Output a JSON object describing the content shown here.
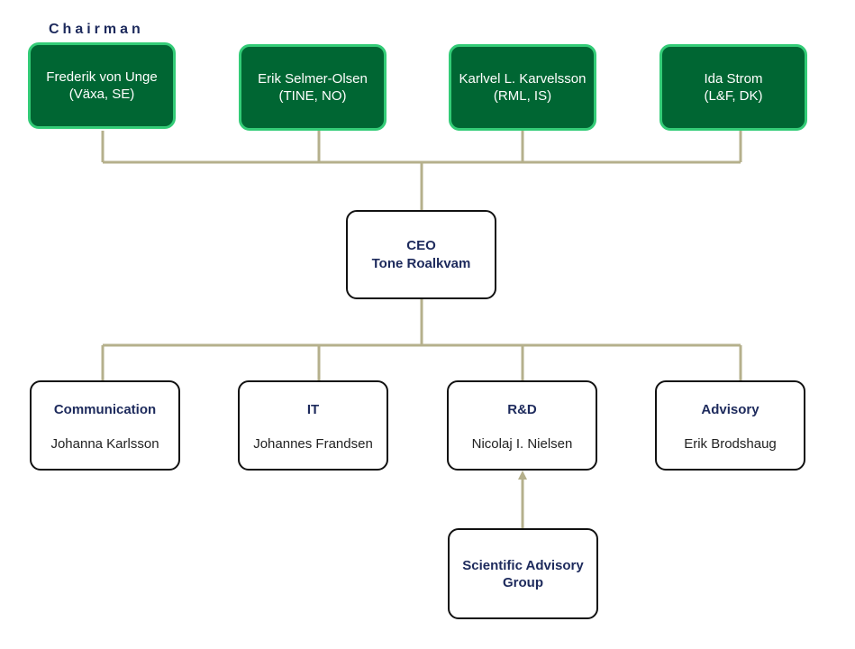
{
  "chairman_label": "Chairman",
  "board": [
    {
      "name": "Frederik von Unge",
      "org": "(Växa, SE)"
    },
    {
      "name": "Erik Selmer-Olsen",
      "org": "(TINE, NO)"
    },
    {
      "name": "Karlvel L. Karvelsson",
      "org": "(RML, IS)"
    },
    {
      "name": "Ida Strom",
      "org": "(L&F, DK)"
    }
  ],
  "ceo": {
    "title": "CEO",
    "name": "Tone Roalkvam"
  },
  "departments": [
    {
      "title": "Communication",
      "name": "Johanna Karlsson"
    },
    {
      "title": "IT",
      "name": "Johannes Frandsen"
    },
    {
      "title": "R&D",
      "name": "Nicolaj I. Nielsen"
    },
    {
      "title": "Advisory",
      "name": "Erik Brodshaug"
    }
  ],
  "scientific": {
    "line1": "Scientific Advisory",
    "line2": "Group"
  },
  "colors": {
    "board_fill": "#006633",
    "board_border": "#33cc77",
    "connector": "#b5b08c",
    "text_navy": "#1d2a5c"
  }
}
